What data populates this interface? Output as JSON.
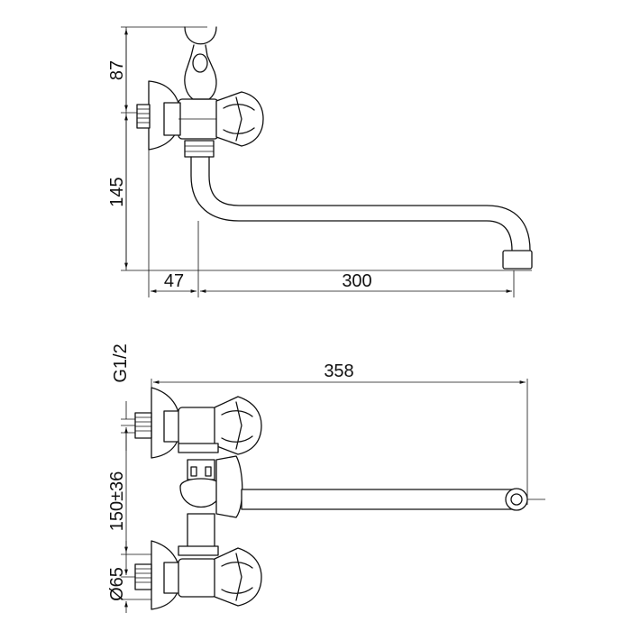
{
  "drawing": {
    "top_view": {
      "dim_height_upper": "87",
      "dim_height_lower": "145",
      "dim_wall_offset": "47",
      "dim_spout_length": "300"
    },
    "front_view": {
      "dim_thread": "G1/2",
      "dim_total_length": "358",
      "dim_center_distance": "150±36",
      "dim_flange_diameter": "Ø65"
    }
  }
}
